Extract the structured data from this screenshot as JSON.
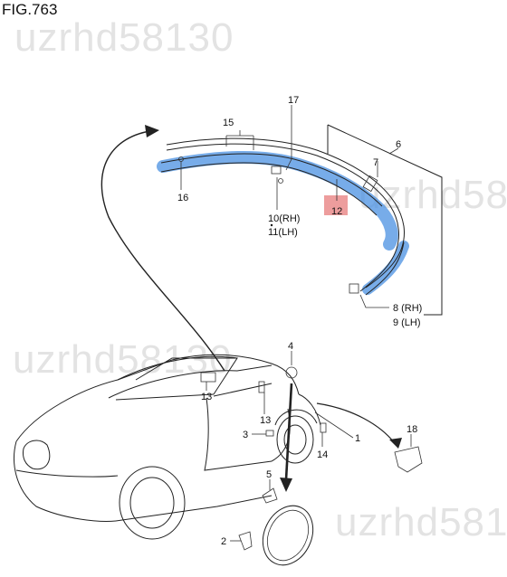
{
  "figure_title": "FIG.763",
  "watermark": {
    "text_1": "uzrhd58130",
    "text_2": "uzrhd58130",
    "text_3": "uzrhd581",
    "text_4": "uzrhd581"
  },
  "callouts": {
    "c1": "1",
    "c2": "2",
    "c3": "3",
    "c4": "4",
    "c5": "5",
    "c6": "6",
    "c7": "7",
    "c8": "8",
    "c8_side": "(RH)",
    "c9": "9",
    "c9_side": "(LH)",
    "c10": "10",
    "c10_side": "(RH)",
    "c11": "11",
    "c11_side": "(LH)",
    "c12": "12",
    "c13a": "13",
    "c13b": "13",
    "c14": "14",
    "c15": "15",
    "c16": "16",
    "c17": "17",
    "c18": "18"
  },
  "colors": {
    "highlight_blue": "#4a90e2",
    "highlight_red": "#e57373"
  }
}
